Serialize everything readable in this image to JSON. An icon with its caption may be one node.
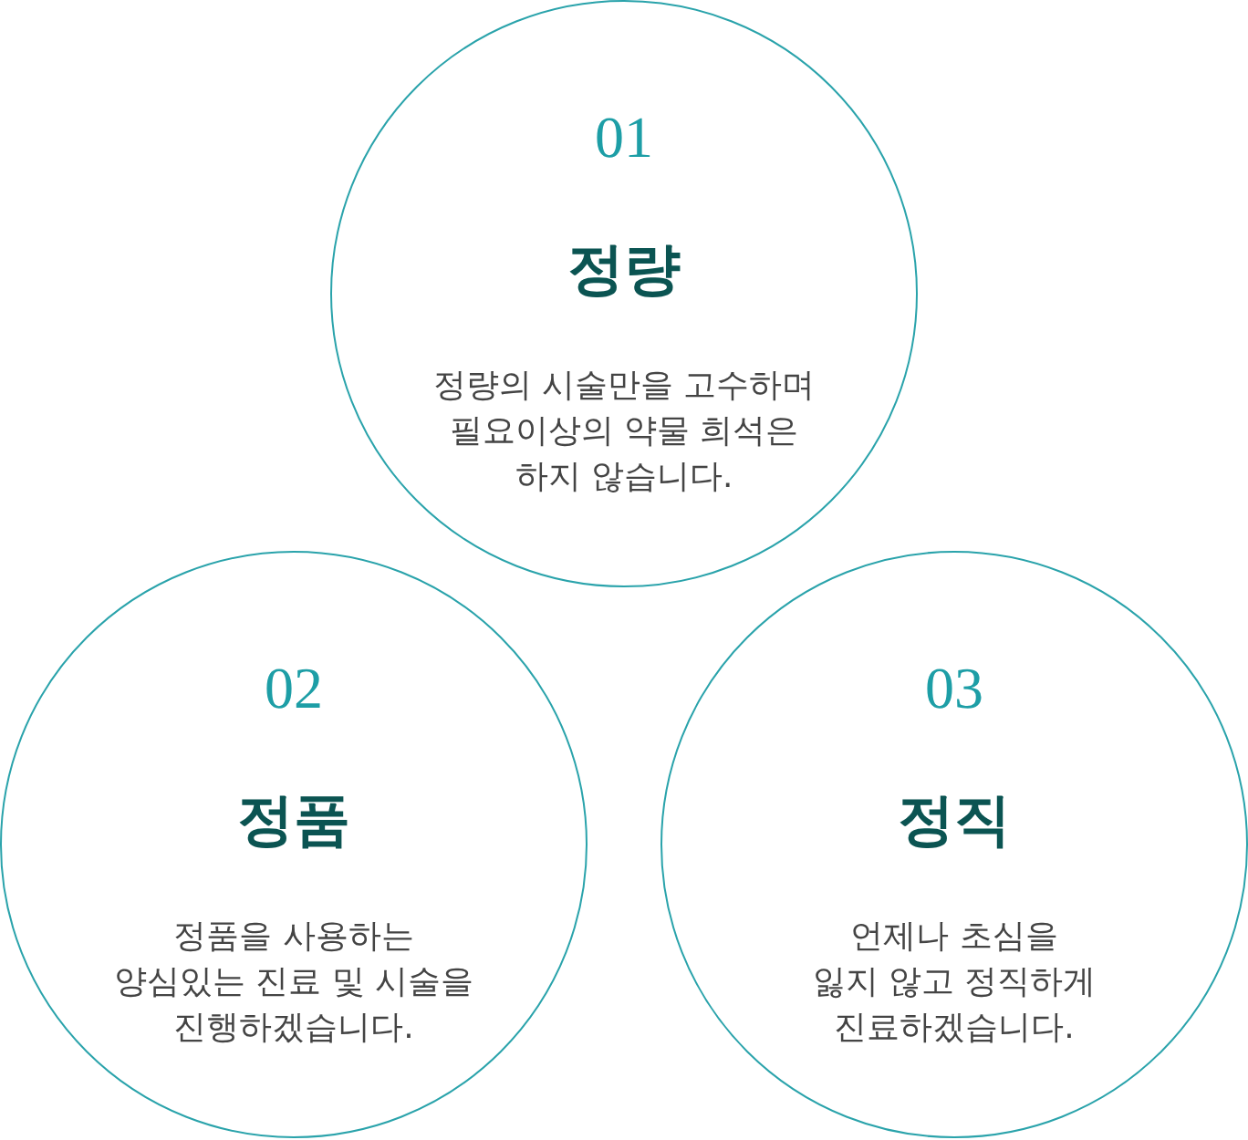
{
  "diagram": {
    "nodes": [
      {
        "text": [
          "01",
          "정량",
          "정량의 시술만을 고수하며 필요이상의 약물 희석은 하지 않습니다."
        ]
      },
      {
        "text": [
          "02",
          "정품",
          "정품을 사용하는 양심있는 진료 및 시술을 진행하겠습니다."
        ]
      },
      {
        "text": [
          "03",
          "정직",
          "언제나 초심을 잃지 않고 정직하게 진료하겠습니다."
        ]
      }
    ]
  }
}
